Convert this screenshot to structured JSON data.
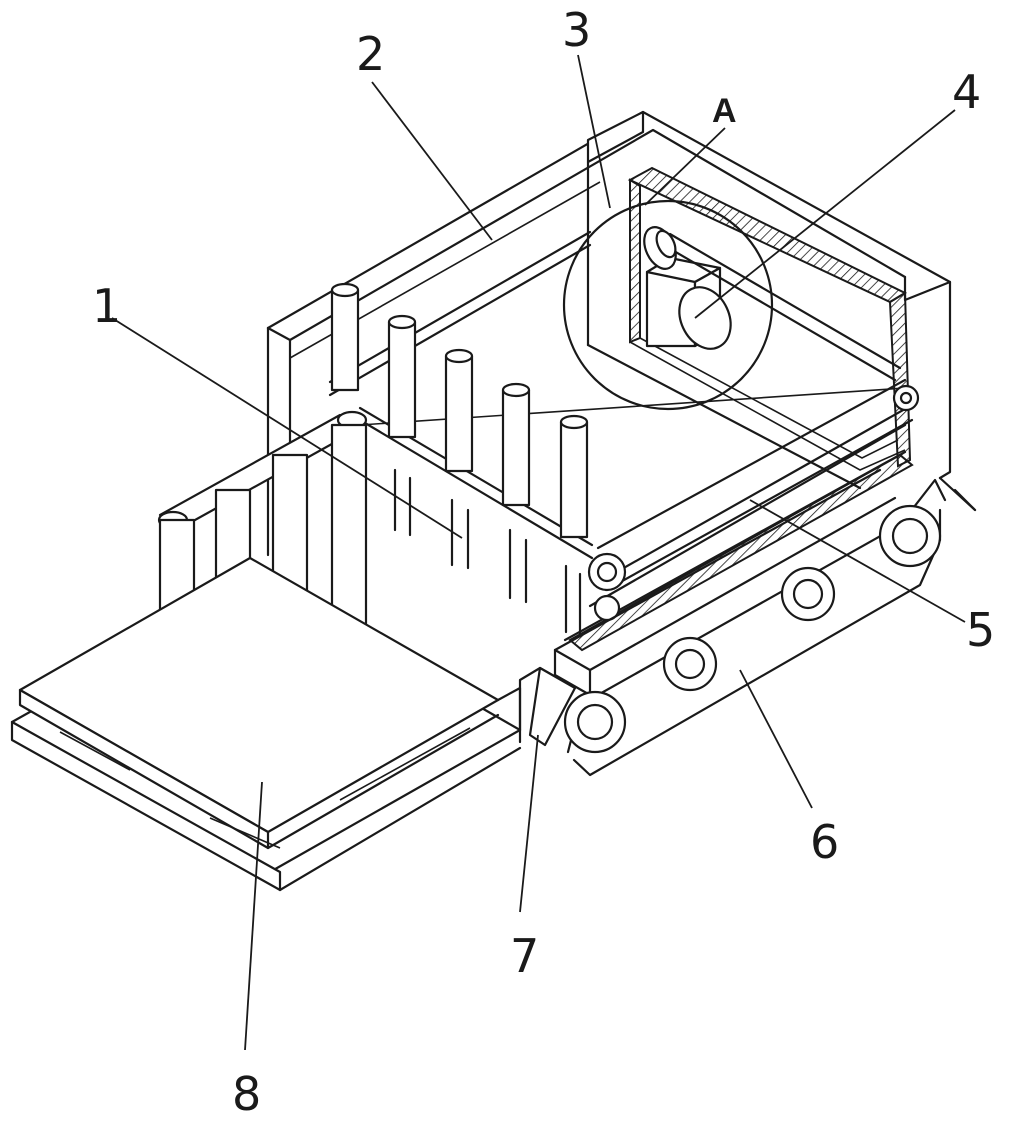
{
  "labels": {
    "l1": "1",
    "l2": "2",
    "l3": "3",
    "l4": "4",
    "l5": "5",
    "l6": "6",
    "l7": "7",
    "l8": "8",
    "detail": "A"
  },
  "colors": {
    "stroke": "#1a1a1a",
    "background": "#ffffff"
  }
}
